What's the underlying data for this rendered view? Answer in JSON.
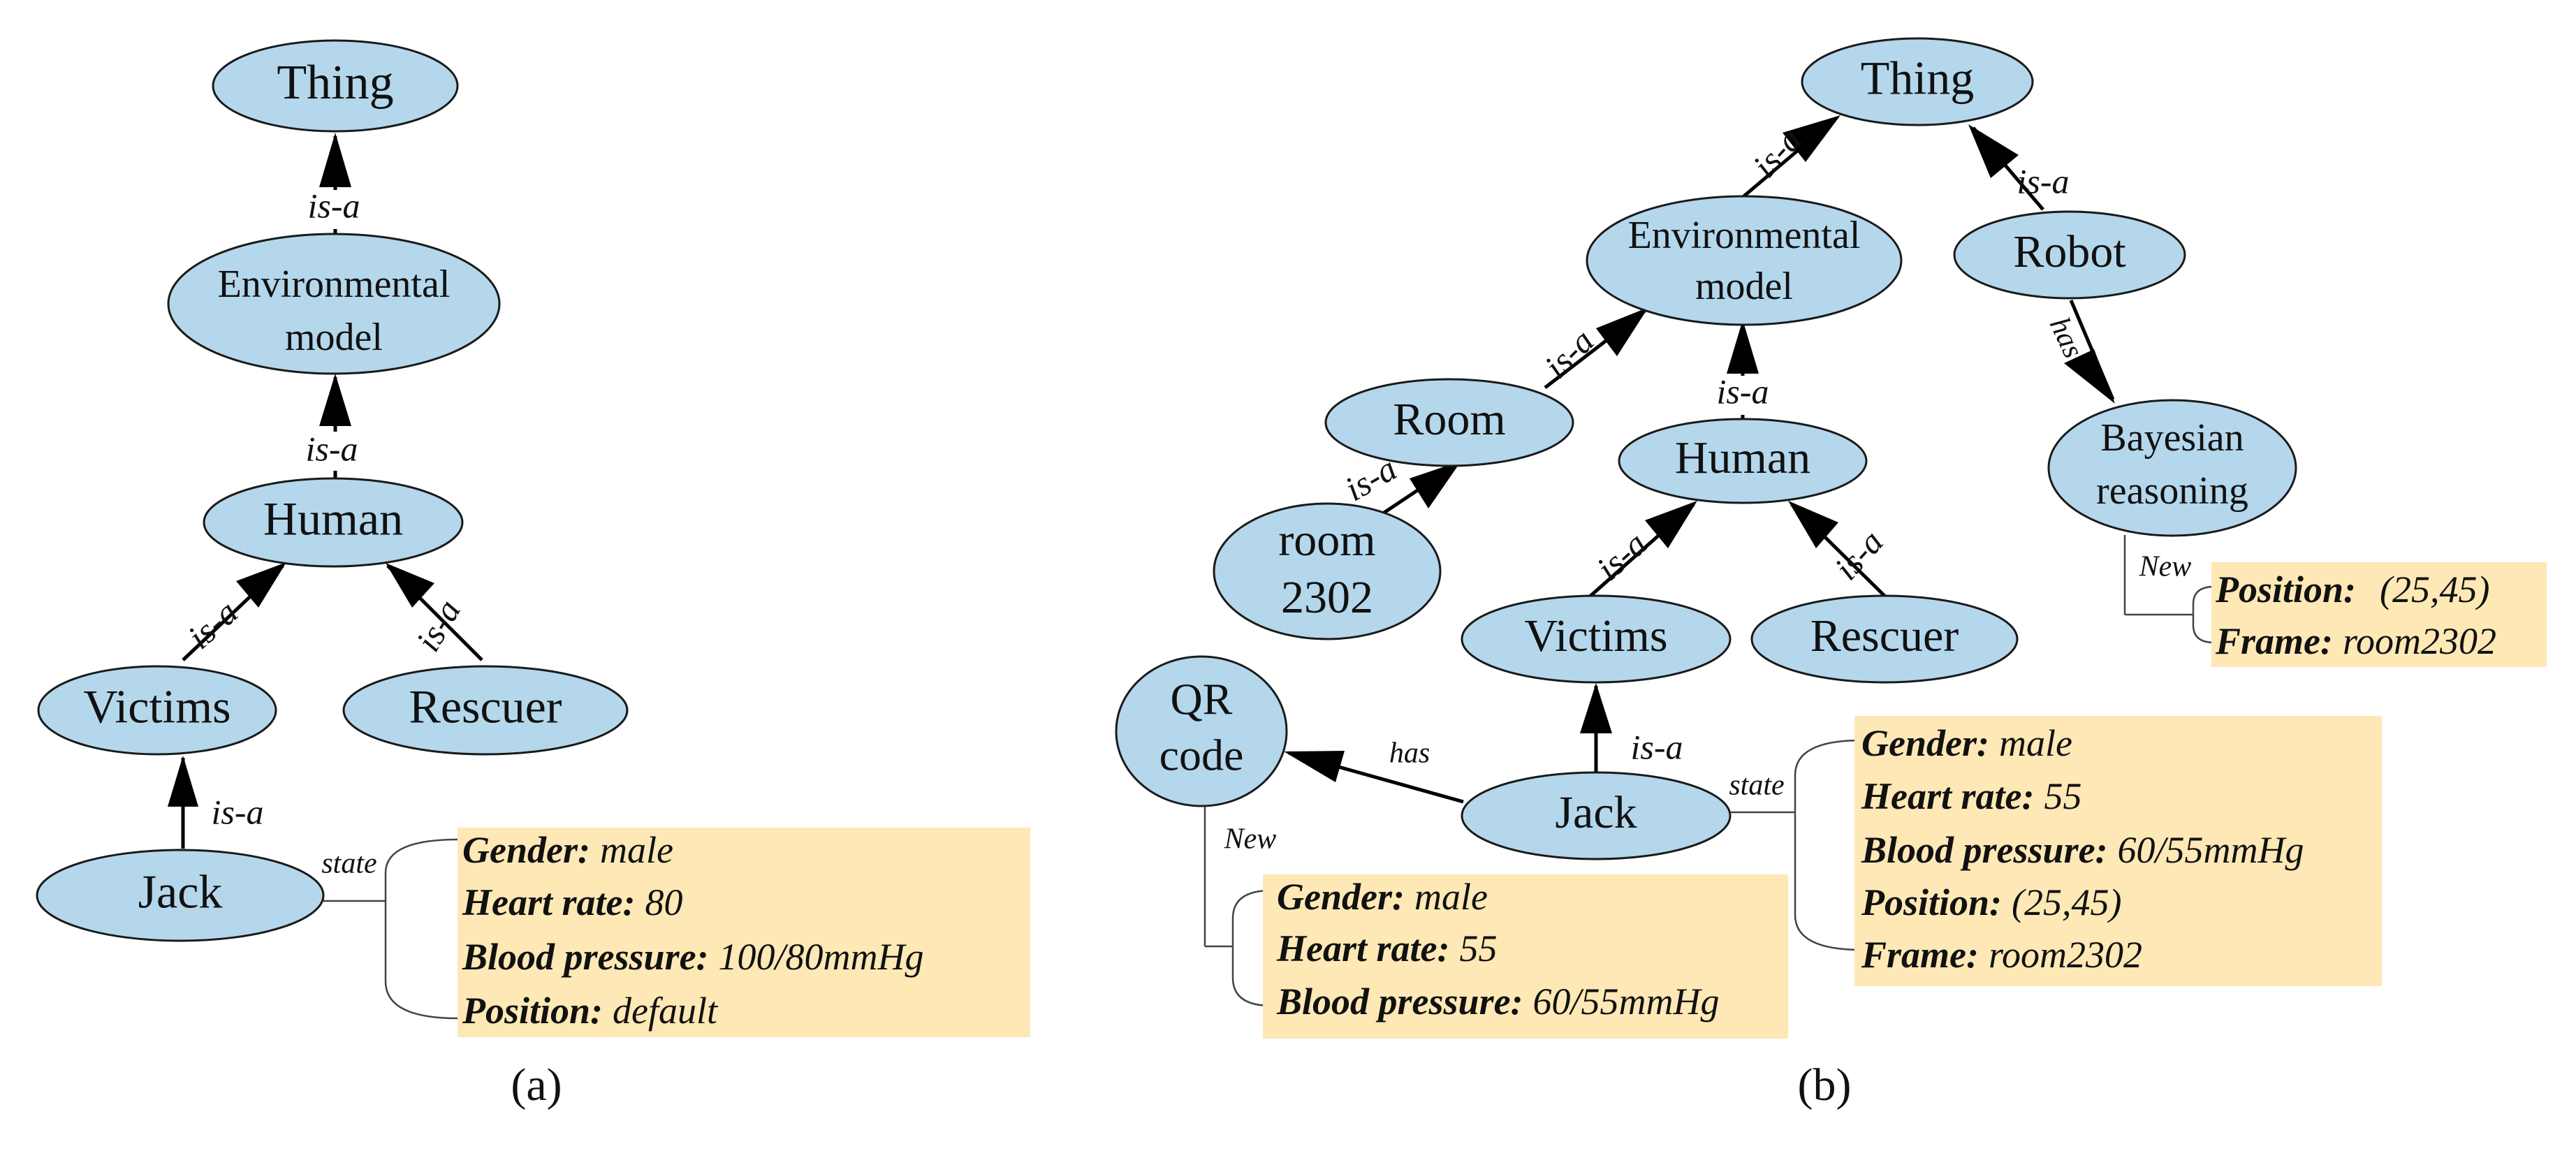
{
  "panel_a": {
    "caption": "(a)",
    "nodes": {
      "thing": "Thing",
      "env_line1": "Environmental",
      "env_line2": "model",
      "human": "Human",
      "victims": "Victims",
      "rescuer": "Rescuer",
      "jack": "Jack"
    },
    "edge_labels": {
      "isa": "is-a",
      "state": "state"
    },
    "jack_state": [
      {
        "key": "Gender:",
        "value": "male"
      },
      {
        "key": "Heart rate:",
        "value": "80"
      },
      {
        "key": "Blood pressure:",
        "value": "100/80mmHg"
      },
      {
        "key": "Position:",
        "value": "default"
      }
    ]
  },
  "panel_b": {
    "caption": "(b)",
    "nodes": {
      "thing": "Thing",
      "env_line1": "Environmental",
      "env_line2": "model",
      "robot": "Robot",
      "bayes_line1": "Bayesian",
      "bayes_line2": "reasoning",
      "room": "Room",
      "human": "Human",
      "room2302_line1": "room",
      "room2302_line2": "2302",
      "victims": "Victims",
      "rescuer": "Rescuer",
      "qr_line1": "QR",
      "qr_line2": "code",
      "jack": "Jack"
    },
    "edge_labels": {
      "isa": "is-a",
      "has": "has",
      "state": "state",
      "new": "New"
    },
    "bayes_new": [
      {
        "key": "Position:",
        "value": "(25,45)"
      },
      {
        "key": "Frame:",
        "value": "room2302"
      }
    ],
    "jack_state": [
      {
        "key": "Gender:",
        "value": "male"
      },
      {
        "key": "Heart rate:",
        "value": "55"
      },
      {
        "key": "Blood pressure:",
        "value": "60/55mmHg"
      },
      {
        "key": "Position:",
        "value": "(25,45)"
      },
      {
        "key": "Frame:",
        "value": "room2302"
      }
    ],
    "qr_new": [
      {
        "key": "Gender:",
        "value": "male"
      },
      {
        "key": "Heart rate:",
        "value": "55"
      },
      {
        "key": "Blood pressure:",
        "value": "60/55mmHg"
      }
    ]
  }
}
